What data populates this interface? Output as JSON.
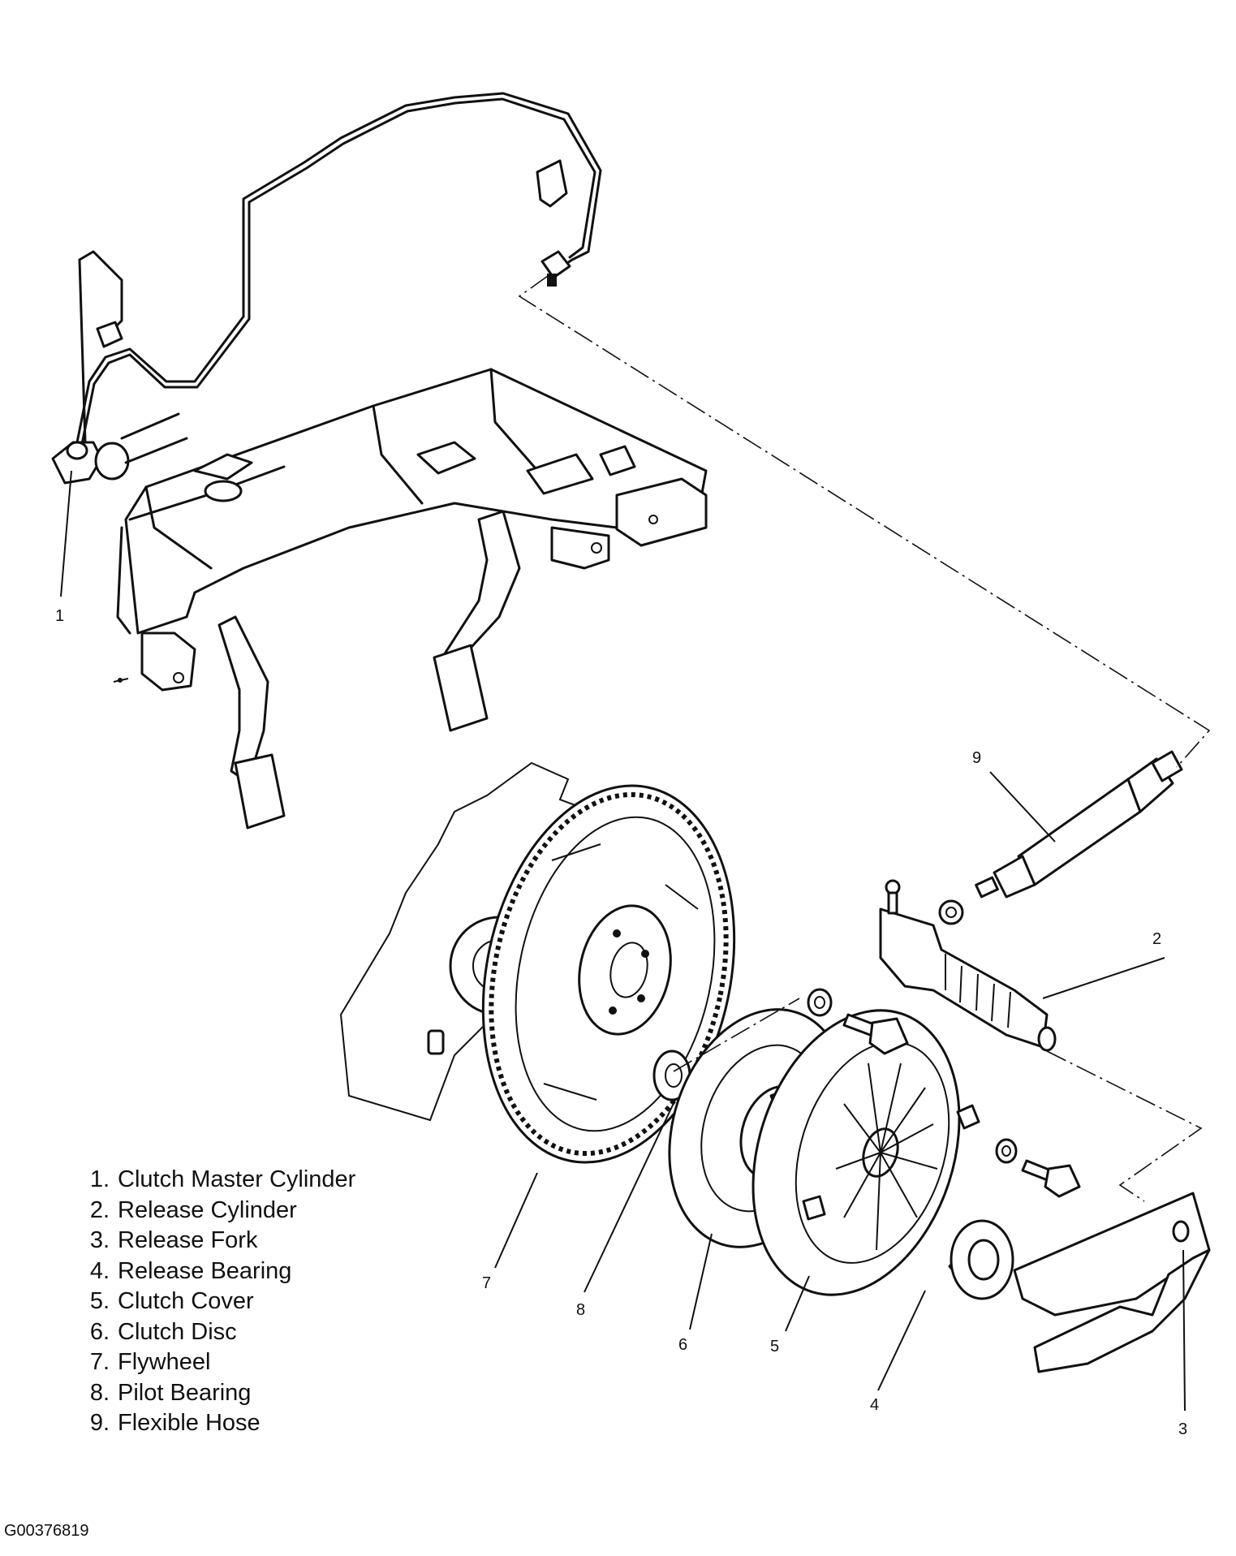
{
  "callouts": [
    {
      "num": "1"
    },
    {
      "num": "2"
    },
    {
      "num": "3"
    },
    {
      "num": "4"
    },
    {
      "num": "5"
    },
    {
      "num": "6"
    },
    {
      "num": "7"
    },
    {
      "num": "8"
    },
    {
      "num": "9"
    }
  ],
  "legend": [
    {
      "num": "1.",
      "label": "Clutch Master Cylinder"
    },
    {
      "num": "2.",
      "label": "Release Cylinder"
    },
    {
      "num": "3.",
      "label": "Release Fork"
    },
    {
      "num": "4.",
      "label": "Release Bearing"
    },
    {
      "num": "5.",
      "label": "Clutch Cover"
    },
    {
      "num": "6.",
      "label": "Clutch Disc"
    },
    {
      "num": "7.",
      "label": "Flywheel"
    },
    {
      "num": "8.",
      "label": "Pilot Bearing"
    },
    {
      "num": "9.",
      "label": "Flexible Hose"
    }
  ],
  "figure_id": "G00376819"
}
